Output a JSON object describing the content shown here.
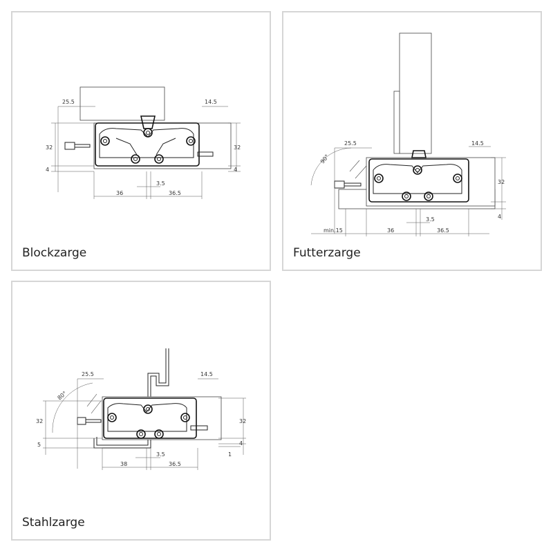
{
  "panels": [
    {
      "caption": "Blockzarge",
      "dims": {
        "top_left": "25.5",
        "top_right": "14.5",
        "left_h": "32",
        "left_small": "4",
        "right_h": "32",
        "right_small": "4",
        "bottom_gap": "3.5",
        "bottom_left": "36",
        "bottom_right": "36.5"
      }
    },
    {
      "caption": "Futterzarge",
      "dims": {
        "top_left": "25.5",
        "top_right": "14.5",
        "angle": "90°",
        "right_h": "32",
        "right_small": "4",
        "bottom_gap": "3.5",
        "bottom_min": "min.15",
        "bottom_left": "36",
        "bottom_right": "36.5"
      }
    },
    {
      "caption": "Stahlzarge",
      "dims": {
        "top_left": "25.5",
        "top_right": "14.5",
        "angle": "80°",
        "left_h": "32",
        "left_small": "5",
        "right_h": "32",
        "right_small": "4",
        "right_tiny": "1",
        "bottom_gap": "3.5",
        "bottom_left": "38",
        "bottom_right": "36.5"
      }
    }
  ]
}
